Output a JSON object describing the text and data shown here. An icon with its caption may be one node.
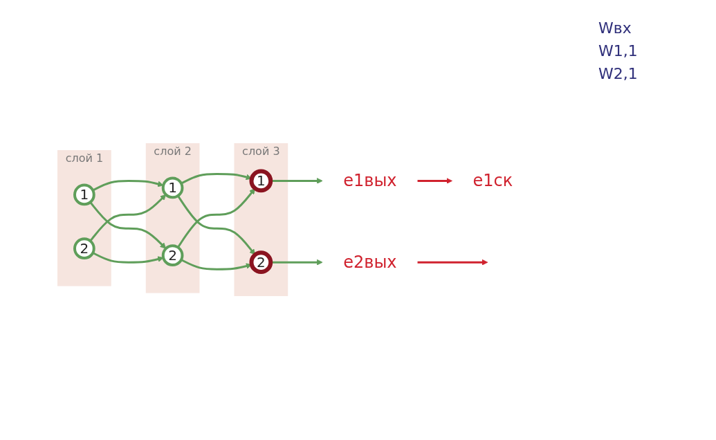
{
  "diagram": {
    "nodes": [
      {
        "text": [
          "слой 1"
        ]
      },
      {
        "text": [
          "1"
        ],
        "in": 0
      },
      {
        "text": [
          "2"
        ],
        "in": 0
      },
      {
        "text": [
          "слой 2"
        ]
      },
      {
        "text": [
          "1"
        ],
        "in": 3
      },
      {
        "text": [
          "2"
        ],
        "in": 3
      },
      {
        "text": [
          "слой 3"
        ]
      },
      {
        "text": [
          "1"
        ],
        "in": 6
      },
      {
        "text": [
          "2"
        ],
        "in": 6
      },
      {
        "text": [
          "e1ск"
        ]
      },
      {
        "text": [
          "e1вых"
        ]
      },
      {
        "text": [
          "e2вых"
        ]
      }
    ],
    "edges": [
      {
        "from": 1,
        "to": 4,
        "arrow": "to"
      },
      {
        "from": 1,
        "to": 5,
        "arrow": "to"
      },
      {
        "from": 2,
        "to": 4,
        "arrow": "to"
      },
      {
        "from": 2,
        "to": 5,
        "arrow": "to"
      },
      {
        "from": 4,
        "to": 7,
        "arrow": "to"
      },
      {
        "from": 4,
        "to": 8,
        "arrow": "to"
      },
      {
        "from": 5,
        "to": 7,
        "arrow": "to"
      },
      {
        "from": 5,
        "to": 8,
        "arrow": "to"
      },
      {
        "from": 7,
        "to": 10,
        "arrow": "to"
      },
      {
        "from": 8,
        "to": 11,
        "arrow": "to"
      },
      {
        "from": 10,
        "to": 9,
        "arrow": "to",
        "color": "#d0222e"
      },
      {
        "from": 11,
        "to": null,
        "arrow": "to",
        "color": "#d0222e"
      }
    ],
    "labels": [
      "Wвх",
      "W1,1",
      "W2,1"
    ]
  }
}
